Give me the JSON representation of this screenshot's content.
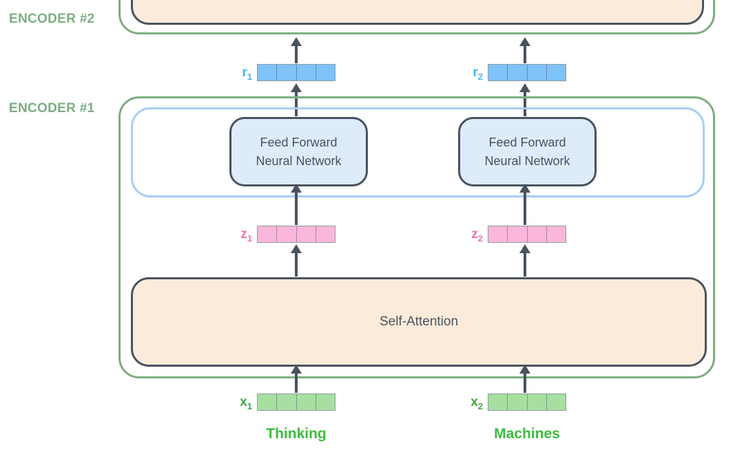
{
  "labels": {
    "encoder2": "ENCODER #2",
    "encoder1": "ENCODER #1"
  },
  "boxes": {
    "feed_forward": {
      "line1": "Feed Forward",
      "line2": "Neural Network"
    },
    "self_attention": "Self-Attention"
  },
  "columns": [
    {
      "r": "r",
      "r_sub": "1",
      "z": "z",
      "z_sub": "1",
      "x": "x",
      "x_sub": "1",
      "word": "Thinking"
    },
    {
      "r": "r",
      "r_sub": "2",
      "z": "z",
      "z_sub": "2",
      "x": "x",
      "x_sub": "2",
      "word": "Machines"
    }
  ],
  "vector_cells_per_vector": 4,
  "colors": {
    "slate": "#49535f",
    "green-border": "#7cae81",
    "peach": "#fcebda",
    "ff-fill": "#deebfb",
    "blue-border": "#a9cdf8",
    "vec-blue": "#7ec2f8",
    "vec-pink": "#fbb7db",
    "vec-green": "#a7dfa1",
    "label-blue": "#4ab3f7",
    "label-pink": "#f170b4",
    "label-green": "#3aa83f",
    "word-green": "#3dbd3d"
  }
}
